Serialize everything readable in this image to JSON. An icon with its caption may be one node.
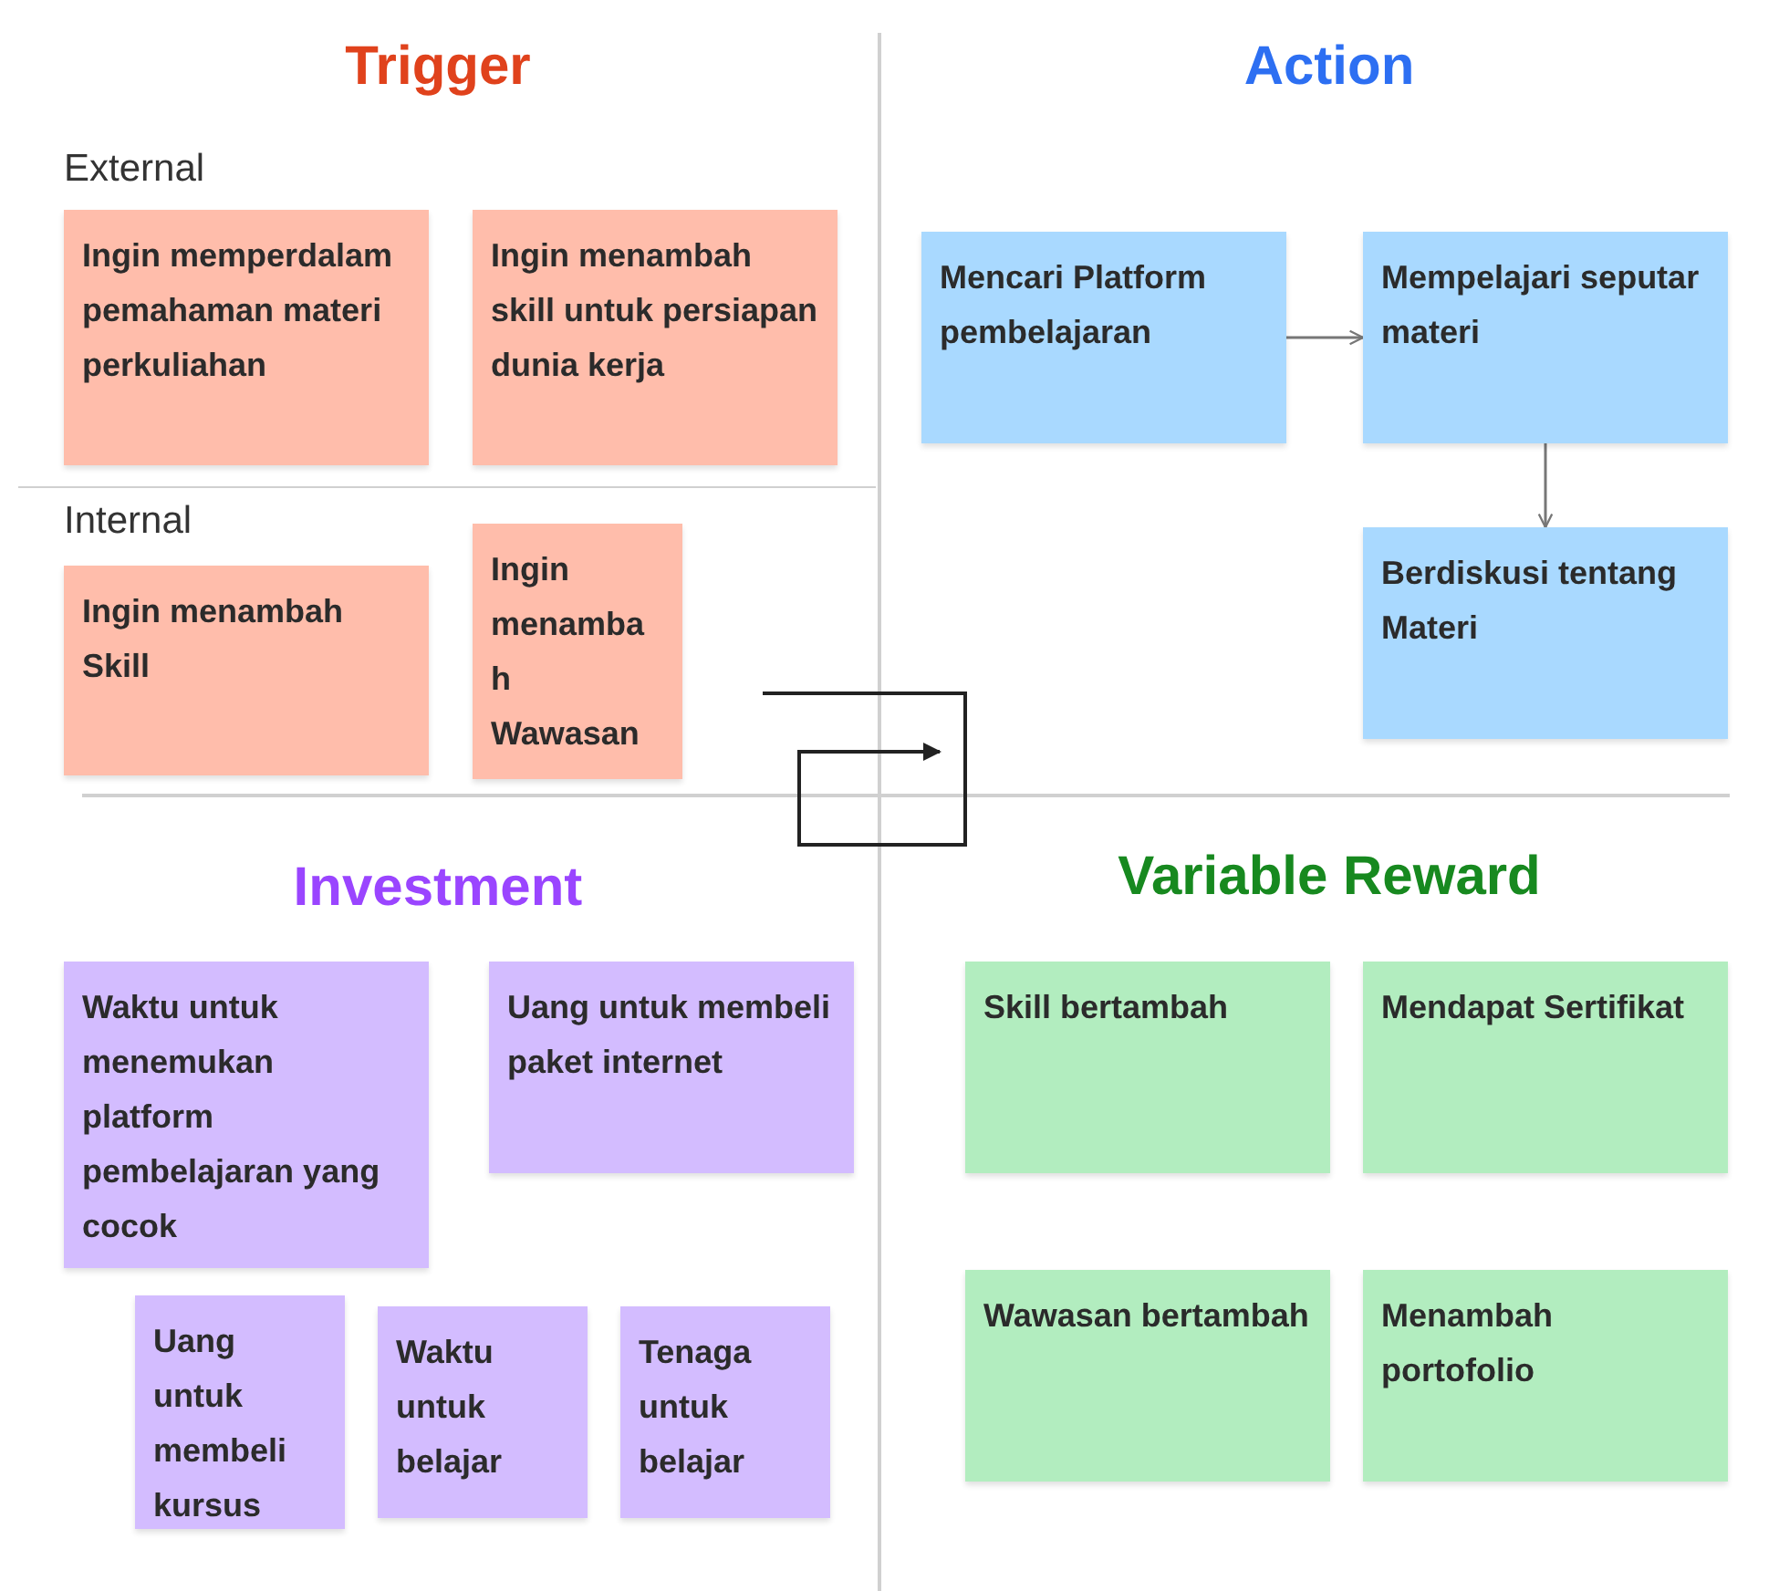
{
  "diagram": {
    "nodes": [
      {
        "text": [
          "Trigger"
        ]
      },
      {
        "text": [
          "External"
        ],
        "in": 0
      },
      {
        "text": [
          "Ingin memperdalam pemahaman materi perkuliahan"
        ],
        "in": 1
      },
      {
        "text": [
          "Ingin menambah skill untuk persiapan dunia kerja"
        ],
        "in": 1
      },
      {
        "text": [
          "Internal"
        ],
        "in": 0
      },
      {
        "text": [
          "Ingin menambah Skill"
        ],
        "in": 4
      },
      {
        "text": [
          "Ingin menambah Wawasan"
        ],
        "in": 4
      },
      {
        "text": [
          "Action"
        ]
      },
      {
        "text": [
          "Mencari Platform pembelajaran"
        ],
        "in": 7
      },
      {
        "text": [
          "Mempelajari seputar materi"
        ],
        "in": 7
      },
      {
        "text": [
          "Berdiskusi tentang Materi"
        ],
        "in": 7
      },
      {
        "text": [
          "Investment"
        ]
      },
      {
        "text": [
          "Waktu untuk menemukan platform pembelajaran yang cocok"
        ],
        "in": 11
      },
      {
        "text": [
          "Uang untuk membeli paket internet"
        ],
        "in": 11
      },
      {
        "text": [
          "Uang untuk membeli kursus"
        ],
        "in": 11
      },
      {
        "text": [
          "Waktu untuk belajar"
        ],
        "in": 11
      },
      {
        "text": [
          "Tenaga untuk belajar"
        ],
        "in": 11
      },
      {
        "text": [
          "Variable Reward"
        ]
      },
      {
        "text": [
          "Skill bertambah"
        ],
        "in": 17
      },
      {
        "text": [
          "Mendapat Sertifikat"
        ],
        "in": 17
      },
      {
        "text": [
          "Wawasan bertambah"
        ],
        "in": 17
      },
      {
        "text": [
          "Menambah portofolio"
        ],
        "in": 17
      }
    ],
    "edges": [
      {
        "from": 8,
        "to": 9,
        "arrow": "to"
      },
      {
        "from": 9,
        "to": 10,
        "arrow": "to"
      }
    ]
  }
}
